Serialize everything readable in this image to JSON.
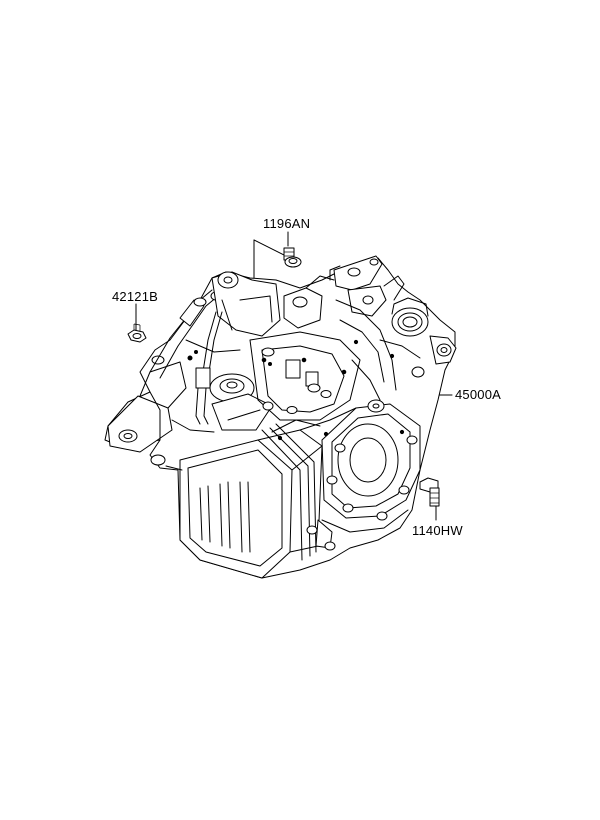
{
  "callouts": {
    "bolt_top": "1196AN",
    "plug_left": "42121B",
    "transaxle": "45000A",
    "bolt_right": "1140HW"
  }
}
